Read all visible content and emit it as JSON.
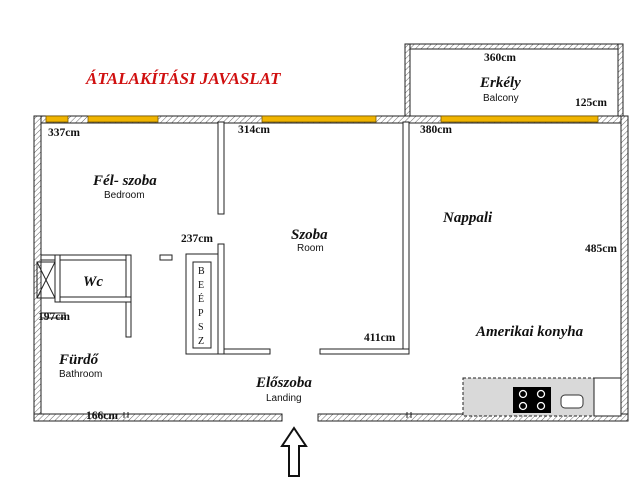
{
  "title": {
    "text": "ÁTALAKÍTÁSI JAVASLAT",
    "color": "#d01010"
  },
  "rooms": {
    "bedroom": {
      "name": "Fél- szoba",
      "sub": "Bedroom"
    },
    "wc": {
      "name": "Wc"
    },
    "bathroom": {
      "name": "Fürdő",
      "sub": "Bathroom"
    },
    "room": {
      "name": "Szoba",
      "sub": "Room"
    },
    "living": {
      "name": "Nappali"
    },
    "kitchen": {
      "name": "Amerikai konyha"
    },
    "landing": {
      "name": "Előszoba",
      "sub": "Landing"
    },
    "balcony": {
      "name": "Erkély",
      "sub": "Balcony"
    }
  },
  "closet": {
    "letters": [
      "B",
      "E",
      "É",
      "P",
      "S",
      "Z"
    ]
  },
  "dimensions": {
    "d337": "337cm",
    "d314": "314cm",
    "d380": "380cm",
    "d360": "360cm",
    "d125": "125cm",
    "d237": "237cm",
    "d485": "485cm",
    "d197": "197cm",
    "d411": "411cm",
    "d166": "166cm"
  },
  "colors": {
    "window": "#f0b400",
    "wall_hatch": "#555555",
    "counter": "#d9d9d9",
    "hob": "#000000"
  },
  "icons": [
    "entrance-arrow-icon",
    "hob-icon",
    "sink-icon"
  ]
}
